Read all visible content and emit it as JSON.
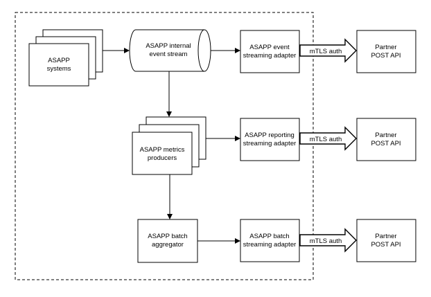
{
  "diagram": {
    "nodes": {
      "asapp_systems": [
        "ASAPP",
        "systems"
      ],
      "event_stream": [
        "ASAPP internal",
        "event stream"
      ],
      "event_adapter": [
        "ASAPP event",
        "streaming adapter"
      ],
      "reporting_adapter": [
        "ASAPP reporting",
        "streaming adapter"
      ],
      "batch_adapter": [
        "ASAPP batch",
        "streaming adapter"
      ],
      "metrics_producers": [
        "ASAPP metrics",
        "producers"
      ],
      "batch_aggregator": [
        "ASAPP batch",
        "aggregator"
      ],
      "partner_api_1": [
        "Partner",
        "POST API"
      ],
      "partner_api_2": [
        "Partner",
        "POST API"
      ],
      "partner_api_3": [
        "Partner",
        "POST API"
      ]
    },
    "edge_labels": {
      "auth_1": "mTLS auth",
      "auth_2": "mTLS auth",
      "auth_3": "mTLS auth"
    },
    "colors": {
      "stroke": "#000000",
      "fill": "#ffffff"
    }
  }
}
